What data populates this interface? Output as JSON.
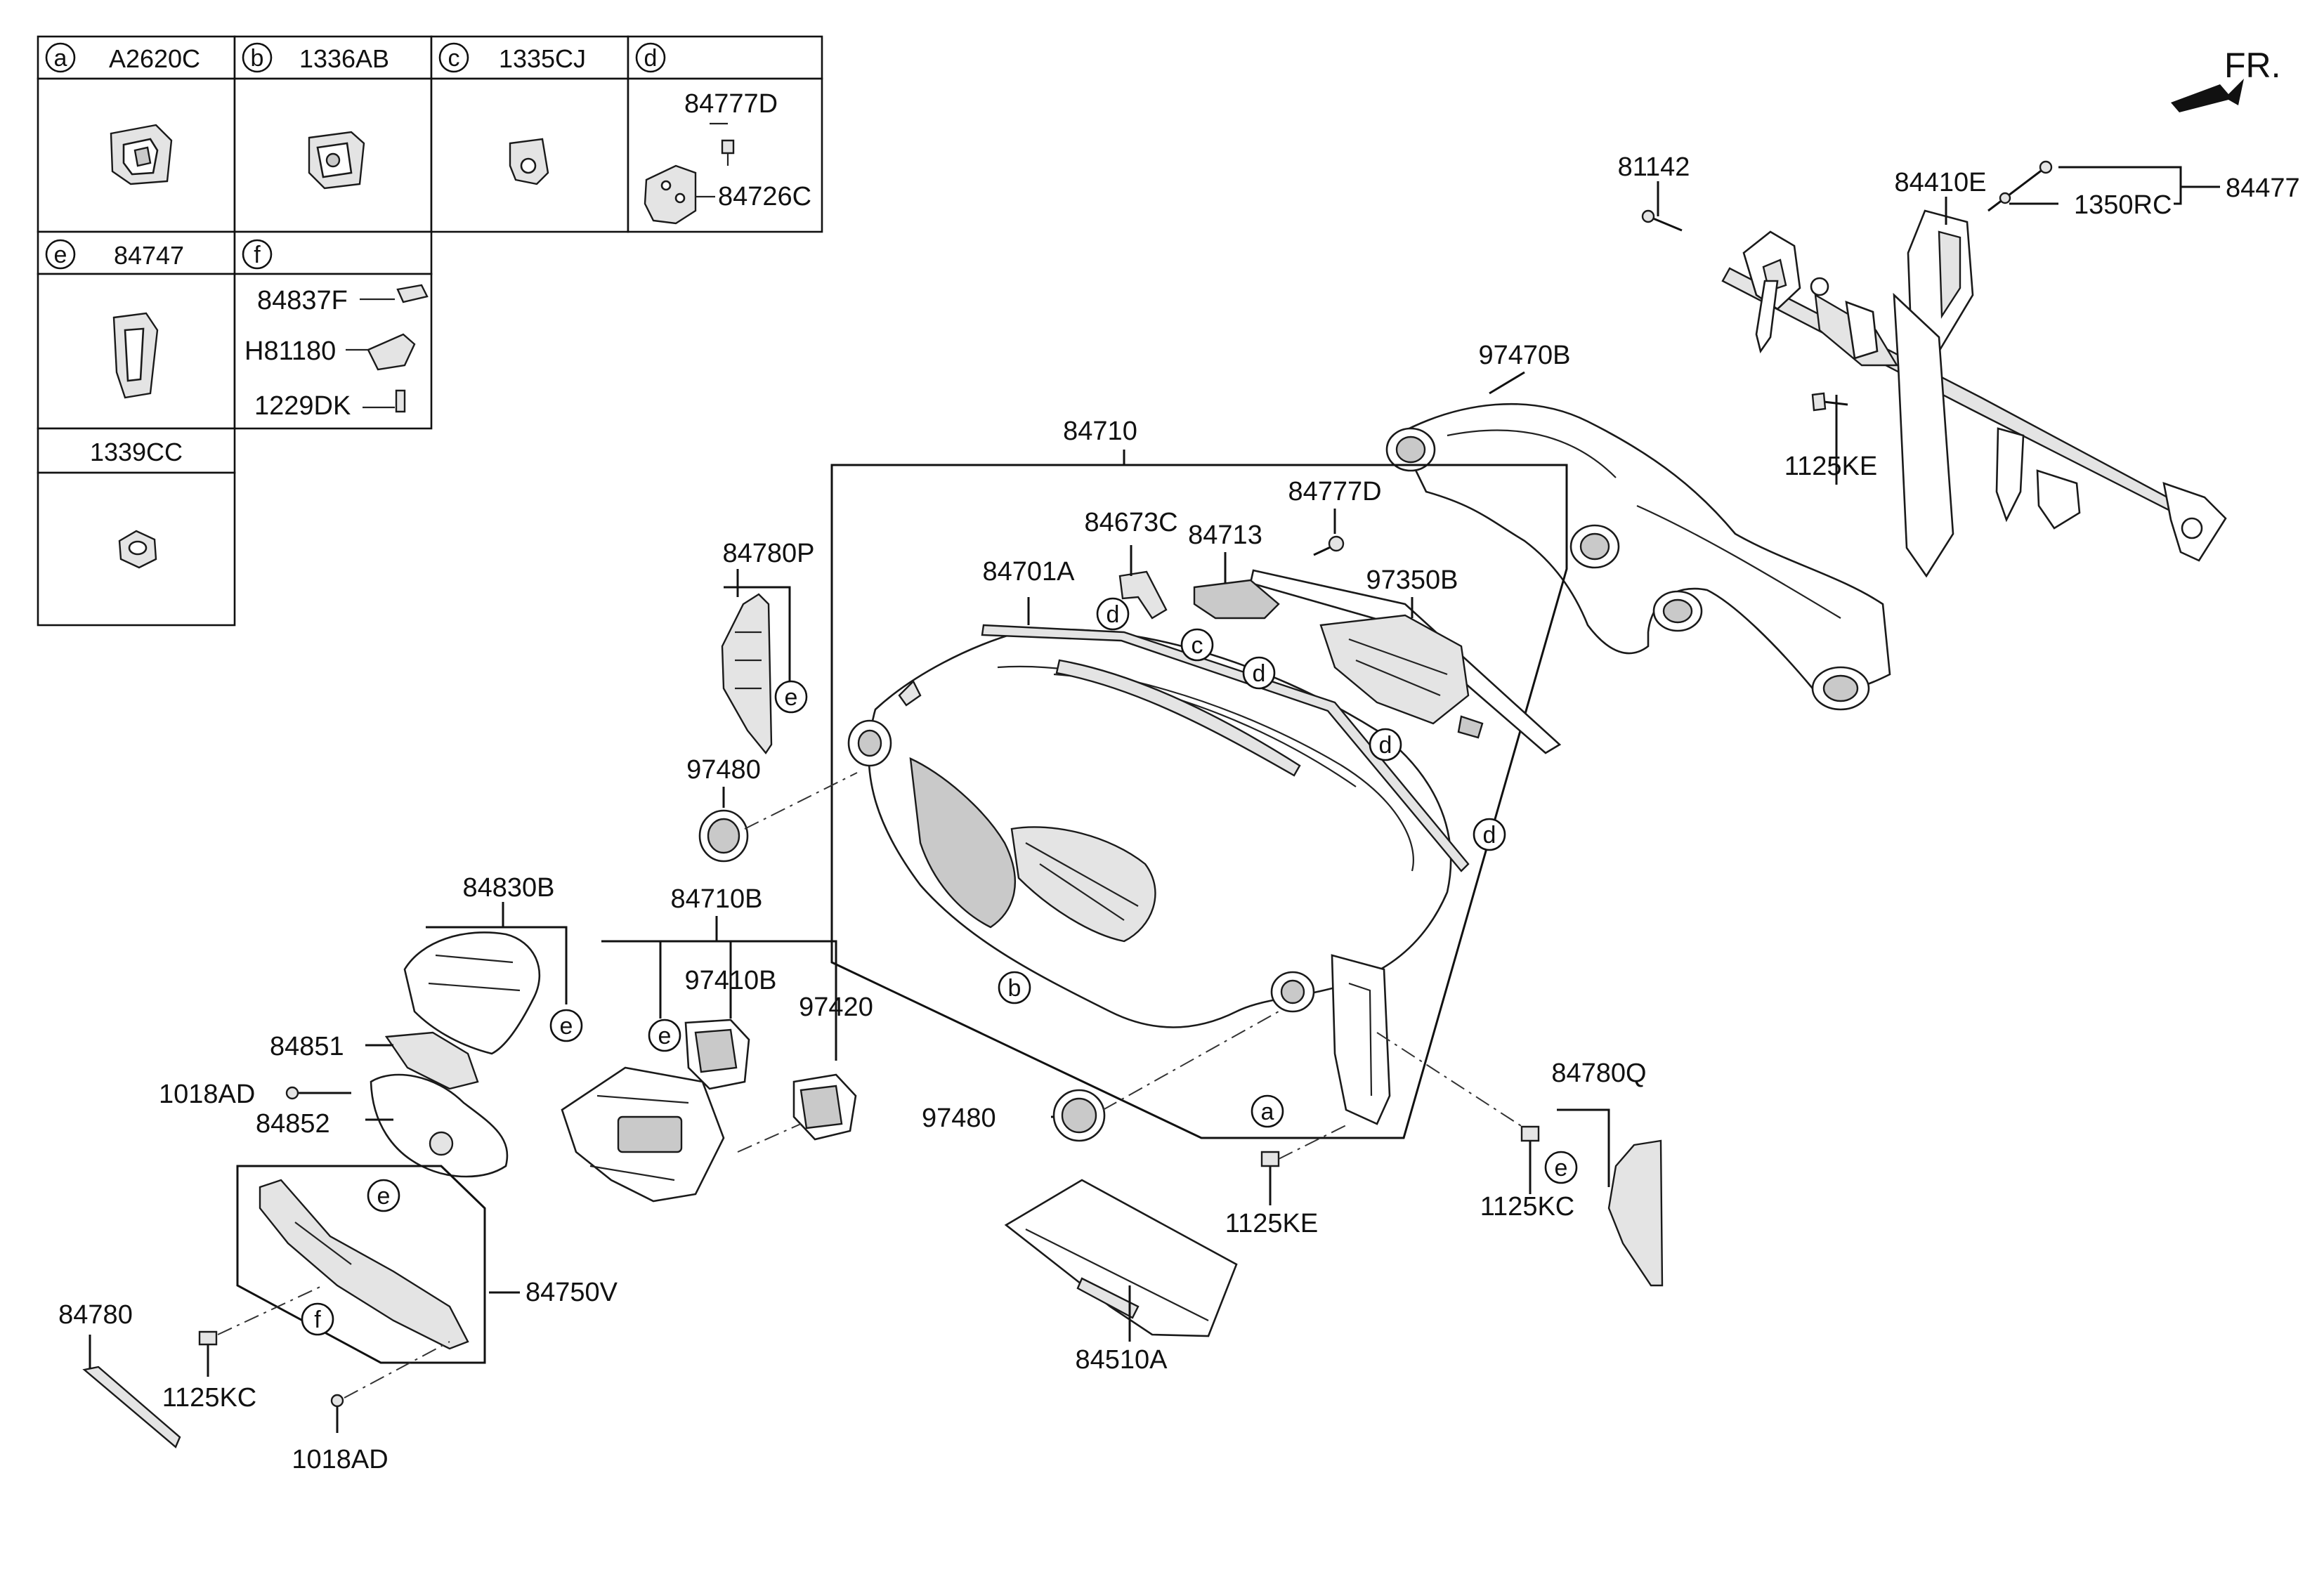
{
  "direction_label": "FR.",
  "legend": {
    "cells": [
      {
        "letter": "a",
        "code": "A2620C"
      },
      {
        "letter": "b",
        "code": "1336AB"
      },
      {
        "letter": "c",
        "code": "1335CJ"
      },
      {
        "letter": "d",
        "code": "",
        "parts": [
          "84777D",
          "84726C"
        ]
      },
      {
        "letter": "e",
        "code": "84747"
      },
      {
        "letter": "f",
        "code": "",
        "parts": [
          "84837F",
          "H81180",
          "1229DK"
        ]
      },
      {
        "letter": "",
        "code": "1339CC"
      }
    ]
  },
  "part_labels": [
    "81142",
    "84410E",
    "84477",
    "1350RC",
    "97470B",
    "1125KE",
    "84710",
    "84777D",
    "84673C",
    "84713",
    "97350B",
    "84701A",
    "84780P",
    "97480",
    "84830B",
    "84710B",
    "97410B",
    "97420",
    "84851",
    "1018AD",
    "84852",
    "97480",
    "1125KE",
    "84780Q",
    "1125KC",
    "84750V",
    "84780",
    "1125KC",
    "1018AD",
    "84510A"
  ],
  "callouts": [
    "d",
    "c",
    "d",
    "d",
    "d",
    "e",
    "b",
    "a",
    "e",
    "e",
    "e",
    "e",
    "f"
  ]
}
